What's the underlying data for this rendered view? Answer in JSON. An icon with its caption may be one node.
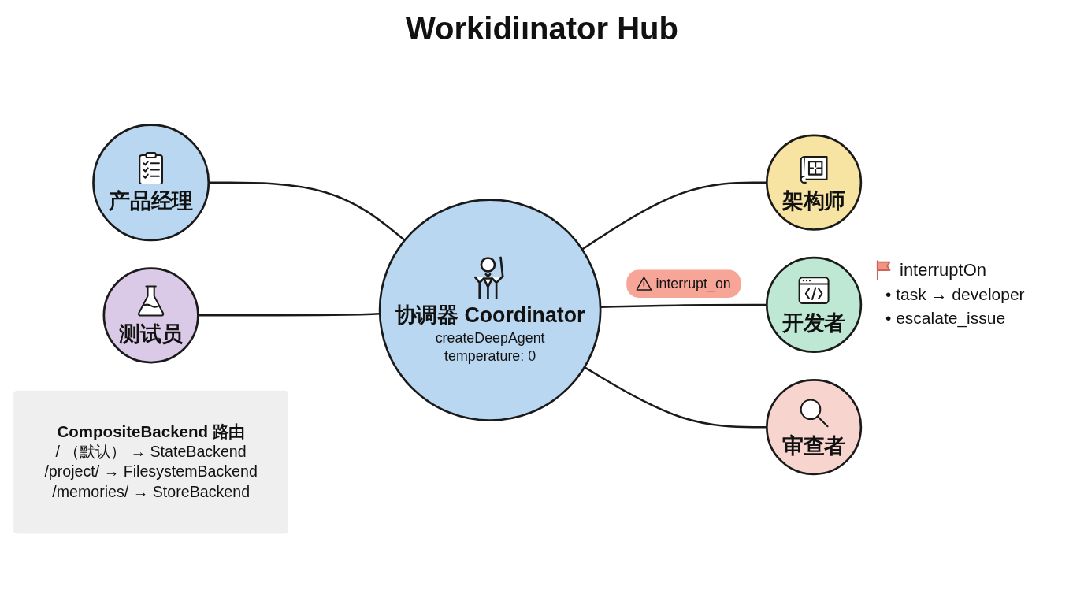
{
  "diagram": {
    "title": "Workidiınator Hub",
    "nodes": [
      {
        "text": [
          "产品经理"
        ]
      },
      {
        "text": [
          "架构师"
        ]
      },
      {
        "text": [
          "协调器 Coordinator",
          "createDeepAgent",
          "temperature: 0"
        ]
      },
      {
        "text": [
          "开发者"
        ]
      },
      {
        "text": [
          "测试员"
        ]
      },
      {
        "text": [
          "审查者"
        ]
      },
      {
        "text": [
          "CompositeBackend 路由",
          "/ （默认） → StateBackend",
          "/project/ → FilesystemBackend",
          "/memories/ → StoreBackend"
        ]
      }
    ],
    "edges": [
      {
        "from": 0,
        "to": 2,
        "arrow": "none"
      },
      {
        "from": 2,
        "to": 1,
        "arrow": "none"
      },
      {
        "from": 2,
        "to": 3,
        "arrow": "none",
        "label": "interrupt_on"
      },
      {
        "from": 4,
        "to": 2,
        "arrow": "none"
      },
      {
        "from": 2,
        "to": 5,
        "arrow": "none"
      }
    ],
    "labels": [
      "interruptOn",
      "• task → developer",
      "• escalate_issue"
    ]
  }
}
